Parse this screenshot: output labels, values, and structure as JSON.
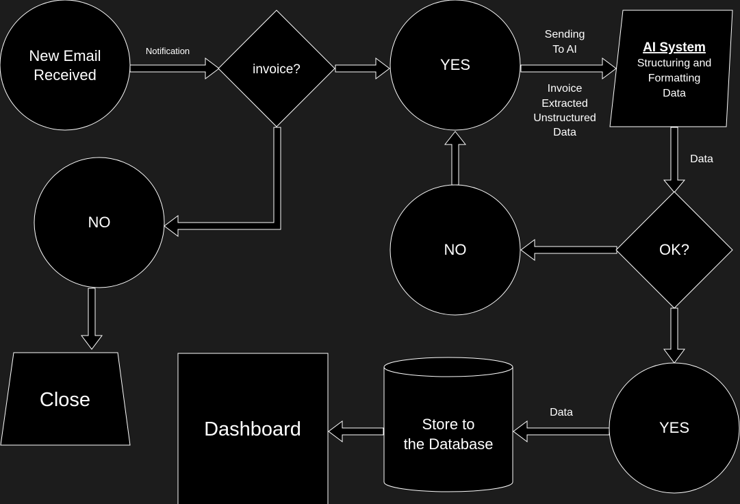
{
  "nodes": {
    "new_email": {
      "line1": "New Email",
      "line2": "Received"
    },
    "invoice_decision": {
      "label": "invoice?"
    },
    "yes_top": {
      "label": "YES"
    },
    "ai_system": {
      "title": "AI System",
      "line1": "Structuring and",
      "line2": "Formatting",
      "line3": "Data"
    },
    "no_left": {
      "label": "NO"
    },
    "close": {
      "label": "Close"
    },
    "no_middle": {
      "label": "NO"
    },
    "ok_decision": {
      "label": "OK?"
    },
    "yes_bottom": {
      "label": "YES"
    },
    "database": {
      "line1": "Store to",
      "line2": "the Database"
    },
    "dashboard": {
      "label": "Dashboard"
    }
  },
  "edge_labels": {
    "notification": "Notification",
    "sending_to_ai": {
      "line1": "Sending",
      "line2": "To AI"
    },
    "invoice_extracted": {
      "line1": "Invoice",
      "line2": "Extracted",
      "line3": "Unstructured",
      "line4": "Data"
    },
    "data_to_ok": "Data",
    "data_to_db": "Data"
  }
}
